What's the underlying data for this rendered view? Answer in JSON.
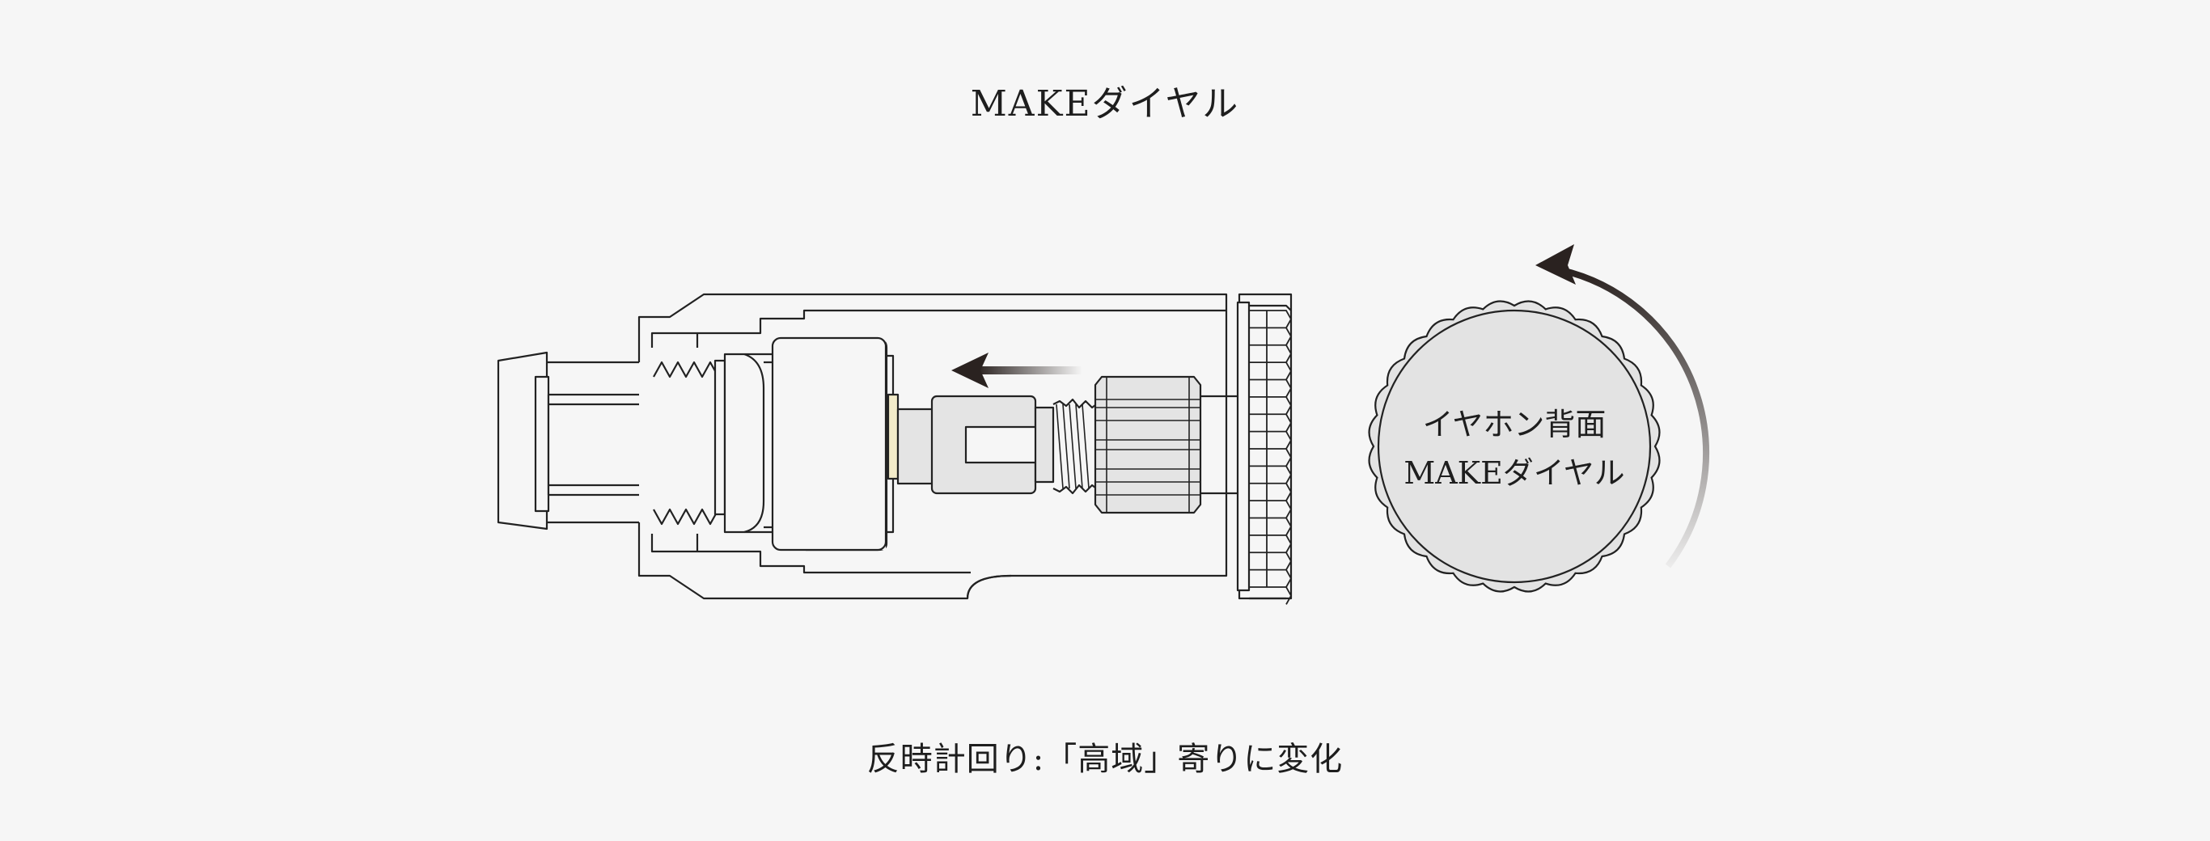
{
  "title": "MAKEダイヤル",
  "dial_label": {
    "line1": "イヤホン背面",
    "line2": "MAKEダイヤル"
  },
  "caption": "反時計回り:「高域」寄りに変化",
  "colors": {
    "background": "#f6f6f6",
    "outline": "#222222",
    "dial_fill": "#e3e3e3",
    "part_fill": "#e4e4e4",
    "filter_fill": "#f3ecc9",
    "arrow": "#2a2220"
  },
  "icons": {
    "push_arrow": "arrow-left-icon",
    "rotate_arrow": "counterclockwise-arrow-icon"
  }
}
